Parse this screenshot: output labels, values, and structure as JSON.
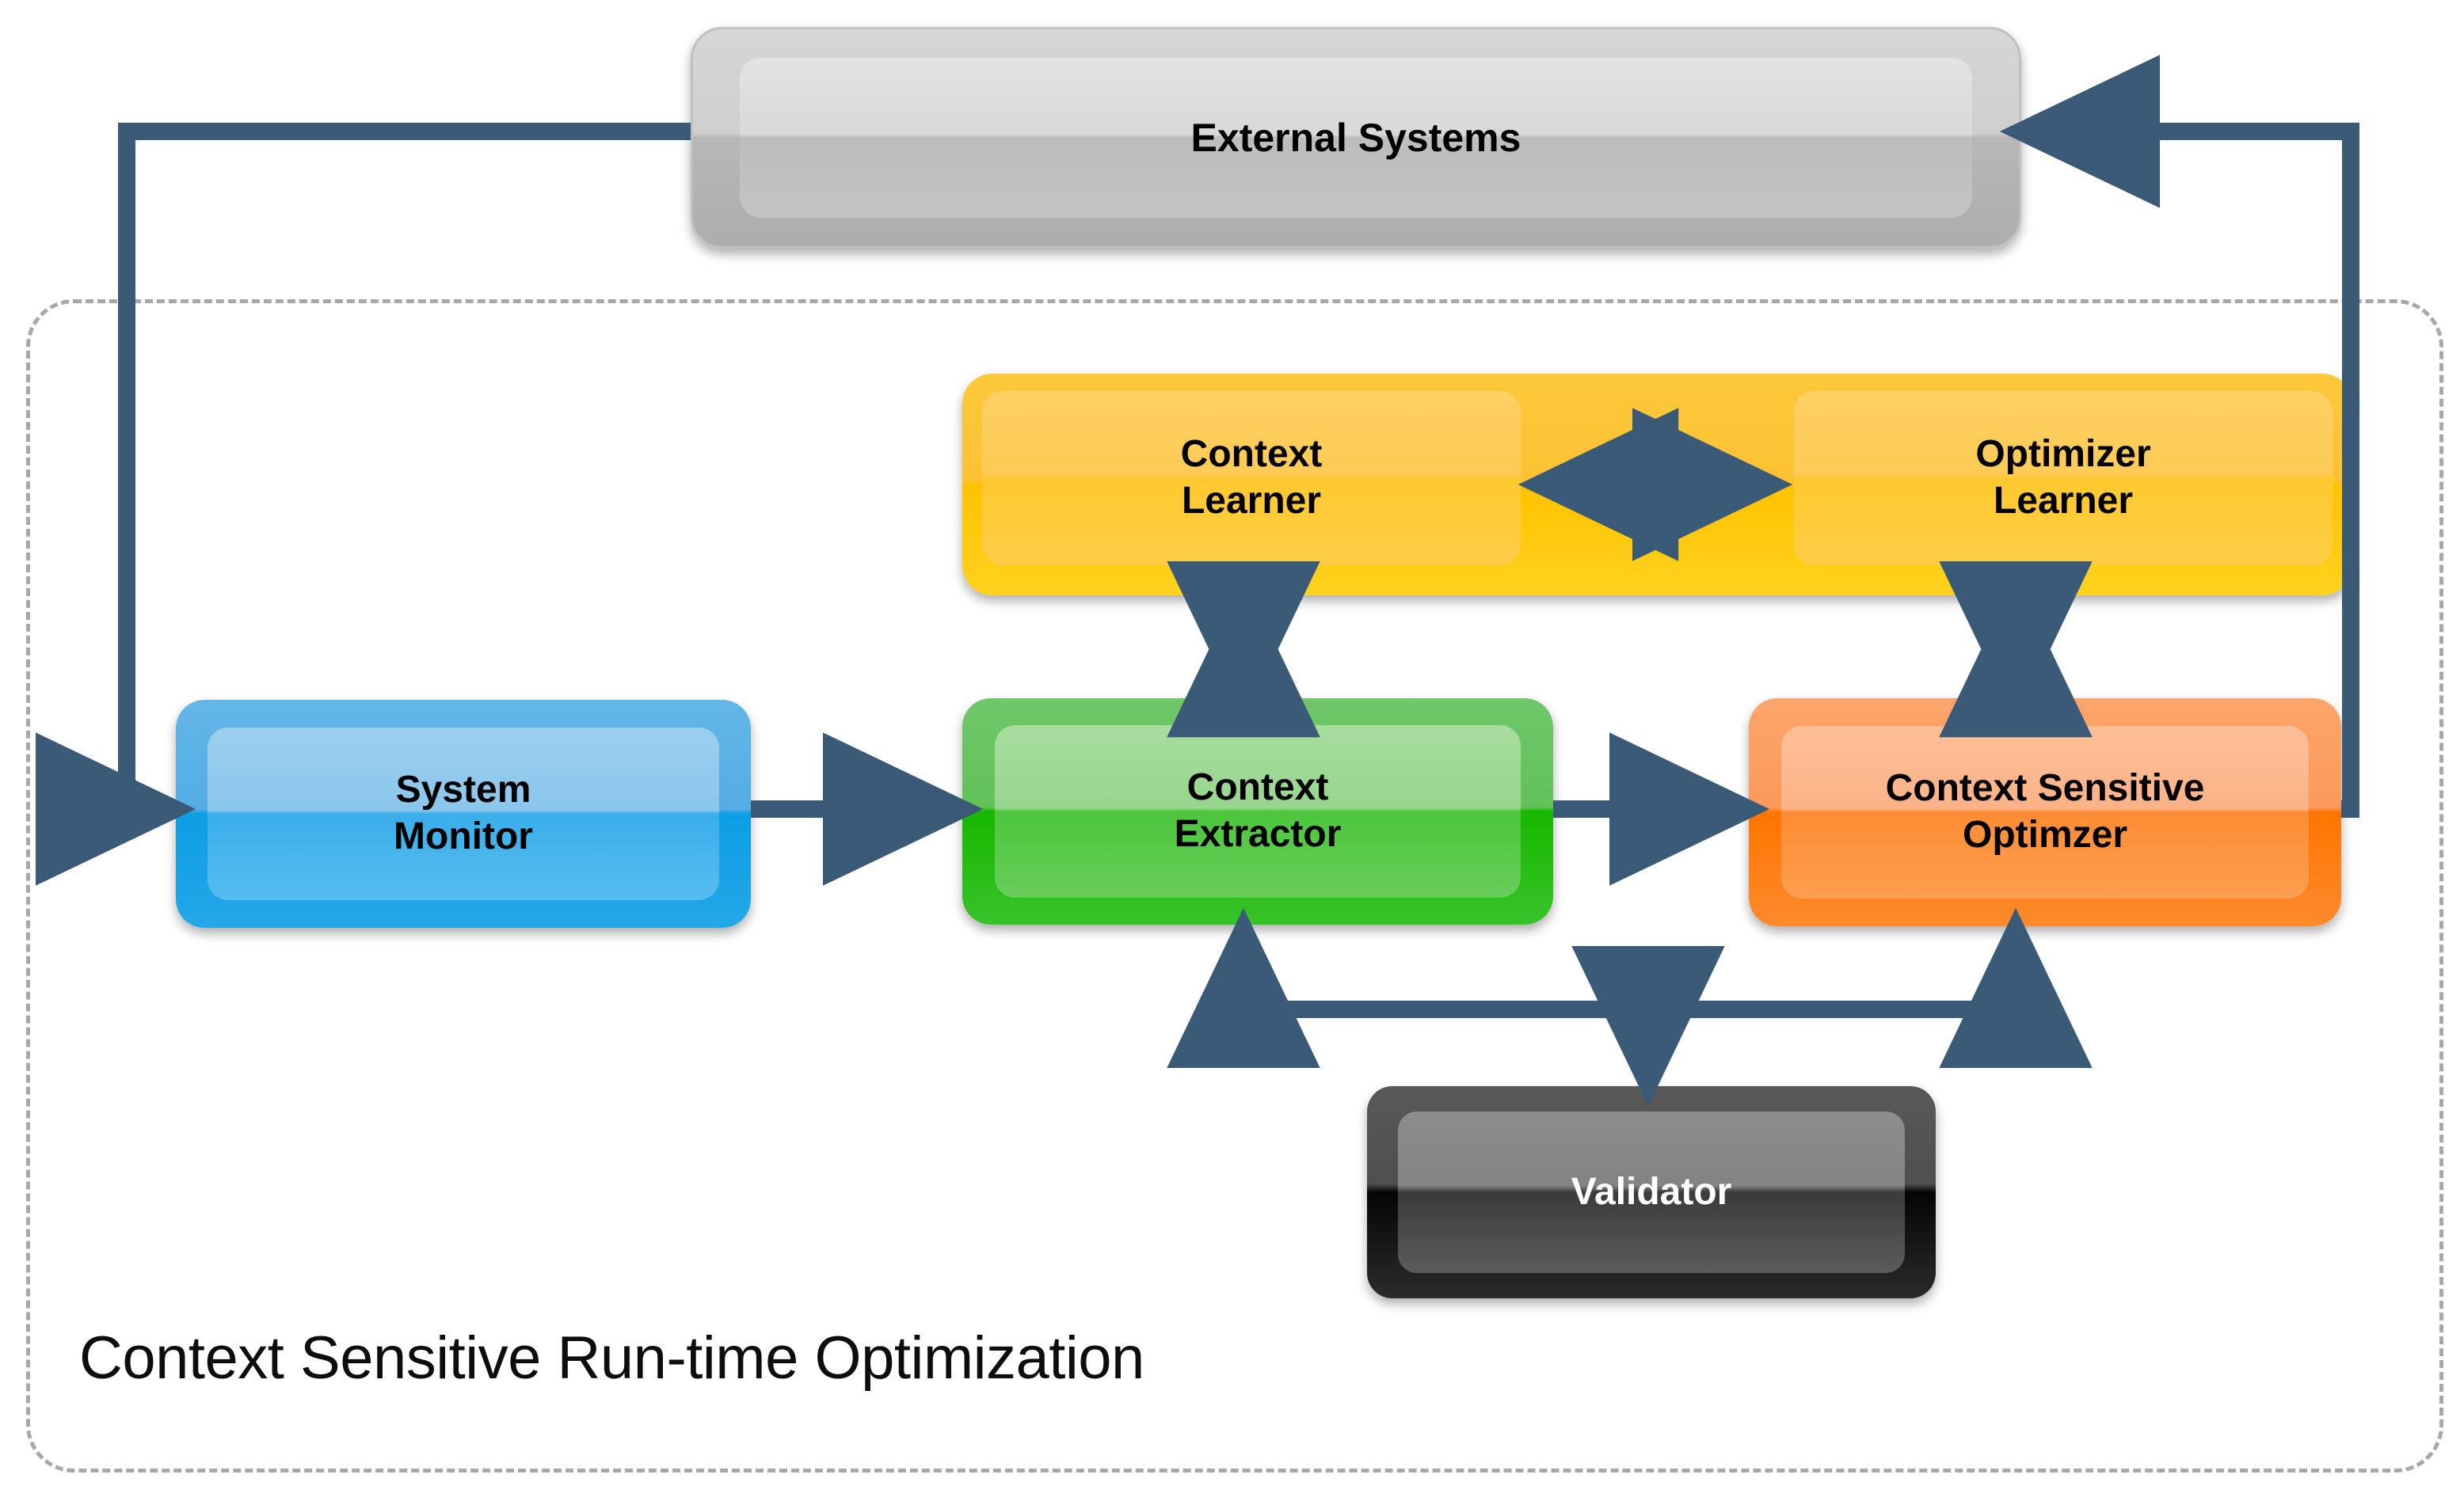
{
  "diagram": {
    "title": "Context Sensitive Run-time Optimization",
    "accent_connector_color": "#3a5a78",
    "container_border_color": "#a8a8a8",
    "background": "#ffffff"
  },
  "nodes": {
    "external_systems": {
      "label": "External Systems",
      "color": "#c3c3c3",
      "text_color": "#000000"
    },
    "context_learner": {
      "label_line1": "Context",
      "label_line2": "Learner",
      "color": "#fdcb55",
      "text_color": "#000000"
    },
    "optimizer_learner": {
      "label_line1": "Optimizer",
      "label_line2": "Learner",
      "color": "#fdcb55",
      "text_color": "#000000"
    },
    "system_monitor": {
      "label_line1": "System",
      "label_line2": "Monitor",
      "color": "#3aaeea",
      "text_color": "#000000"
    },
    "context_extractor": {
      "label_line1": "Context",
      "label_line2": "Extractor",
      "color": "#4cc53d",
      "text_color": "#000000"
    },
    "context_sensitive_optimizer": {
      "label_line1": "Context Sensitive",
      "label_line2": "Optimzer",
      "color": "#fd8c33",
      "text_color": "#000000"
    },
    "validator": {
      "label": "Validator",
      "color": "#3b3b3b",
      "text_color": "#ffffff"
    }
  },
  "edges": [
    {
      "name": "external-systems-to-system-monitor",
      "from": "external_systems",
      "to": "system_monitor",
      "direction": "one-way"
    },
    {
      "name": "system-monitor-to-context-extractor",
      "from": "system_monitor",
      "to": "context_extractor",
      "direction": "one-way"
    },
    {
      "name": "context-extractor-to-cs-optimizer",
      "from": "context_extractor",
      "to": "context_sensitive_optimizer",
      "direction": "one-way"
    },
    {
      "name": "cs-optimizer-to-external-systems",
      "from": "context_sensitive_optimizer",
      "to": "external_systems",
      "direction": "one-way"
    },
    {
      "name": "context-learner-to-optimizer-learner",
      "from": "context_learner",
      "to": "optimizer_learner",
      "direction": "two-way"
    },
    {
      "name": "context-learner-to-context-extractor",
      "from": "context_learner",
      "to": "context_extractor",
      "direction": "two-way"
    },
    {
      "name": "optimizer-learner-to-cs-optimizer",
      "from": "optimizer_learner",
      "to": "context_sensitive_optimizer",
      "direction": "two-way"
    },
    {
      "name": "validator-to-context-extractor",
      "from": "validator",
      "to": "context_extractor",
      "direction": "one-way"
    },
    {
      "name": "validator-to-cs-optimizer",
      "from": "validator",
      "to": "context_sensitive_optimizer",
      "direction": "one-way"
    },
    {
      "name": "bus-to-validator",
      "from": "feedback_bus",
      "to": "validator",
      "direction": "one-way"
    }
  ]
}
